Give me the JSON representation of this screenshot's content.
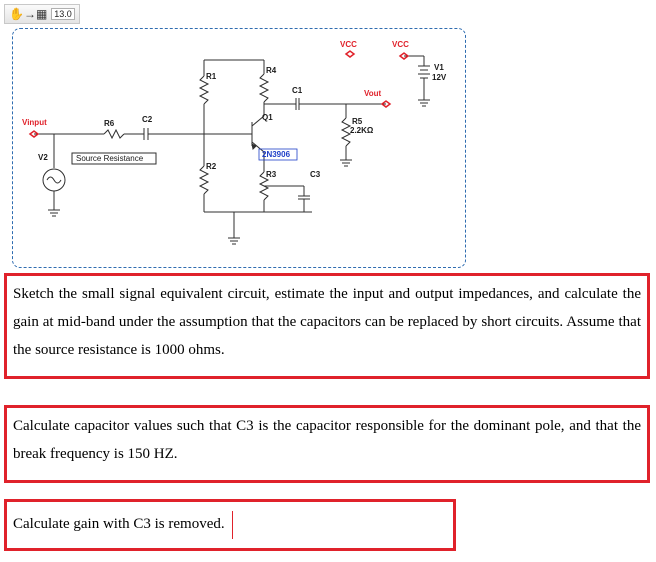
{
  "toolbar": {
    "hand_icon": "hand-icon",
    "arrow_icon": "arrow-icon",
    "zoom": "13.0"
  },
  "circuit": {
    "labels": {
      "vcc1": "VCC",
      "vcc2": "VCC",
      "v1": "V1",
      "v1_value": "12V",
      "r1": "R1",
      "r2": "R2",
      "r3": "R3",
      "r4": "R4",
      "r5": "R5",
      "r5_value": "2.2KΩ",
      "r6": "R6",
      "c1": "C1",
      "c2": "C2",
      "c3": "C3",
      "q1": "Q1",
      "q1_model": "2N3906",
      "vinput": "Vinput",
      "vout": "Vout",
      "v2": "V2",
      "source_resistance": "Source Resistance"
    },
    "colors": {
      "wire": "#2f2f2f",
      "terminal": "#e0222b",
      "label": "#1a1a1a",
      "model": "#1f3fc8",
      "frame": "#2f6cb0"
    }
  },
  "questions": [
    {
      "text": "Sketch the small signal equivalent circuit, estimate the input and output impedances, and calculate the gain at mid-band under the assumption that the capacitors can be replaced by short circuits. Assume that the source resistance is 1000 ohms."
    },
    {
      "text": "Calculate capacitor values such that C3 is the capacitor responsible for the dominant pole, and that the break frequency is 150 HZ."
    },
    {
      "text": "Calculate gain   with C3 is removed."
    }
  ],
  "box_color": "#e0222b"
}
